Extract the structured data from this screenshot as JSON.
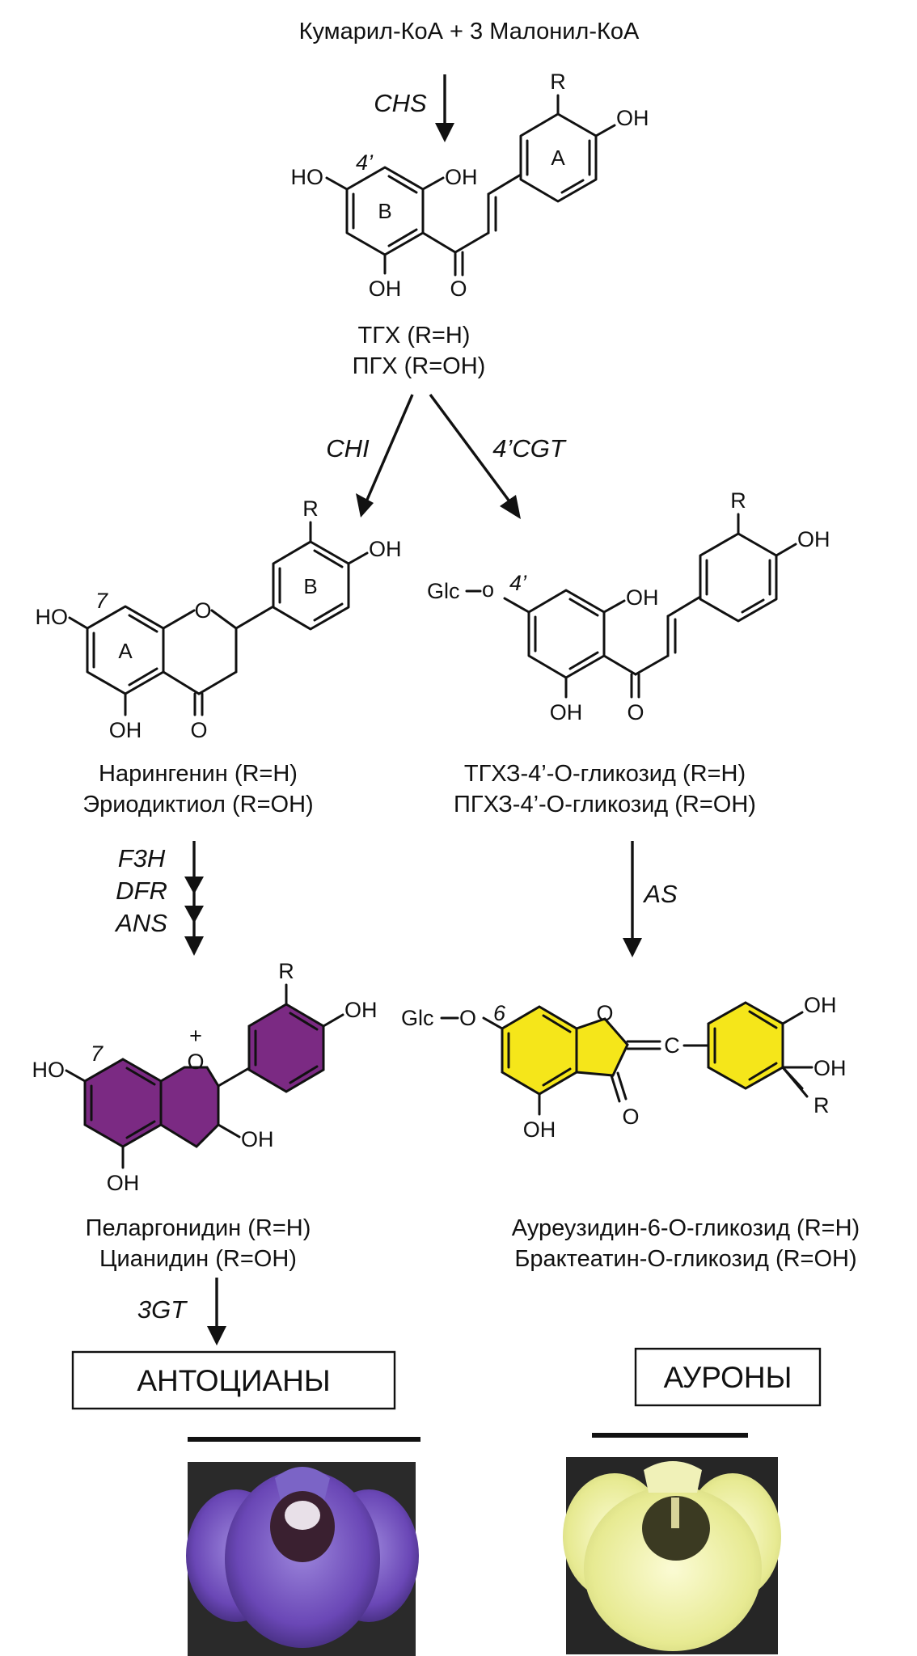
{
  "start": "Кумарил-КоА + 3 Малонил-КоА",
  "enzymes": {
    "chs": "CHS",
    "chi": "CHI",
    "cgt": "4’CGT",
    "f3h": "F3H",
    "dfr": "DFR",
    "ans": "ANS",
    "as": "AS",
    "gt3": "3GT"
  },
  "chalcone": {
    "line1": "ТГХ (R=H)",
    "line2": "ПГХ (R=OH)",
    "labels": {
      "r": "R",
      "oh_a": "OH",
      "ring_a": "A",
      "ring_b": "B",
      "ho": "HO",
      "pos": "4’",
      "oh_top": "OH",
      "oh_bottom": "OH",
      "o_keto": "O"
    }
  },
  "flavanone": {
    "line1": "Нарингенин (R=H)",
    "line2": "Эриодиктиол (R=OH)",
    "labels": {
      "r": "R",
      "oh_b": "OH",
      "ring_b": "B",
      "ring_a": "A",
      "ho": "HO",
      "pos": "7",
      "o_ring": "O",
      "oh_bottom": "OH",
      "o_keto": "O"
    }
  },
  "chalcone_glycoside": {
    "line1": "ТГХЗ-4’-О-гликозид (R=H)",
    "line2": "ПГХЗ-4’-О-гликозид (R=OH)",
    "labels": {
      "r": "R",
      "oh_b": "OH",
      "glc": "Glc",
      "o_link": "o",
      "pos": "4’",
      "oh_top": "OH",
      "oh_bottom": "OH",
      "o_keto": "O"
    }
  },
  "anthocyanidin": {
    "line1": "Пеларгонидин (R=H)",
    "line2": "Цианидин (R=OH)",
    "labels": {
      "r": "R",
      "oh_b": "OH",
      "ho": "HO",
      "pos": "7",
      "plus": "+",
      "o_ring": "O",
      "oh_c": "OH",
      "oh_bottom": "OH"
    }
  },
  "aurone": {
    "line1": "Ауреузидин-6-О-гликозид (R=H)",
    "line2": "Брактеатин-О-гликозид (R=OH)",
    "labels": {
      "glc": "Glc",
      "o_link": "O",
      "pos": "6",
      "o_ring": "O",
      "c_exo": "C",
      "oh_top": "OH",
      "oh_right": "OH",
      "r": "R",
      "o_keto": "O",
      "oh_bottom": "OH"
    }
  },
  "boxes": {
    "anthocyanins": "АНТОЦИАНЫ",
    "aurones": "АУРОНЫ"
  },
  "colors": {
    "anthocyanin_ring": "#7b2a83",
    "aurone_ring": "#f5e61a",
    "purple_flower": "#7a5bc4",
    "yellow_flower": "#eef0a0"
  }
}
